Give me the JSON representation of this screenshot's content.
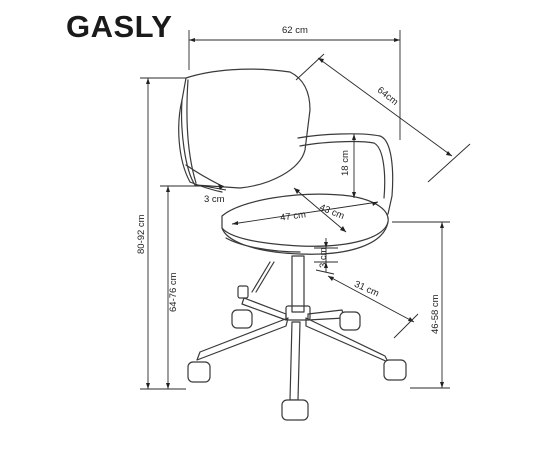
{
  "title": "GASLY",
  "dimensions": {
    "width": "62 cm",
    "depth": "64cm",
    "armrest_height": "18 cm",
    "armrest_width": "3 cm",
    "seat_width": "47 cm",
    "seat_depth": "43 cm",
    "seat_thickness": "3 cm",
    "base_radius": "31 cm",
    "total_height": "80-92 cm",
    "armrest_floor_height": "64-76 cm",
    "seat_height": "46-58 cm"
  }
}
